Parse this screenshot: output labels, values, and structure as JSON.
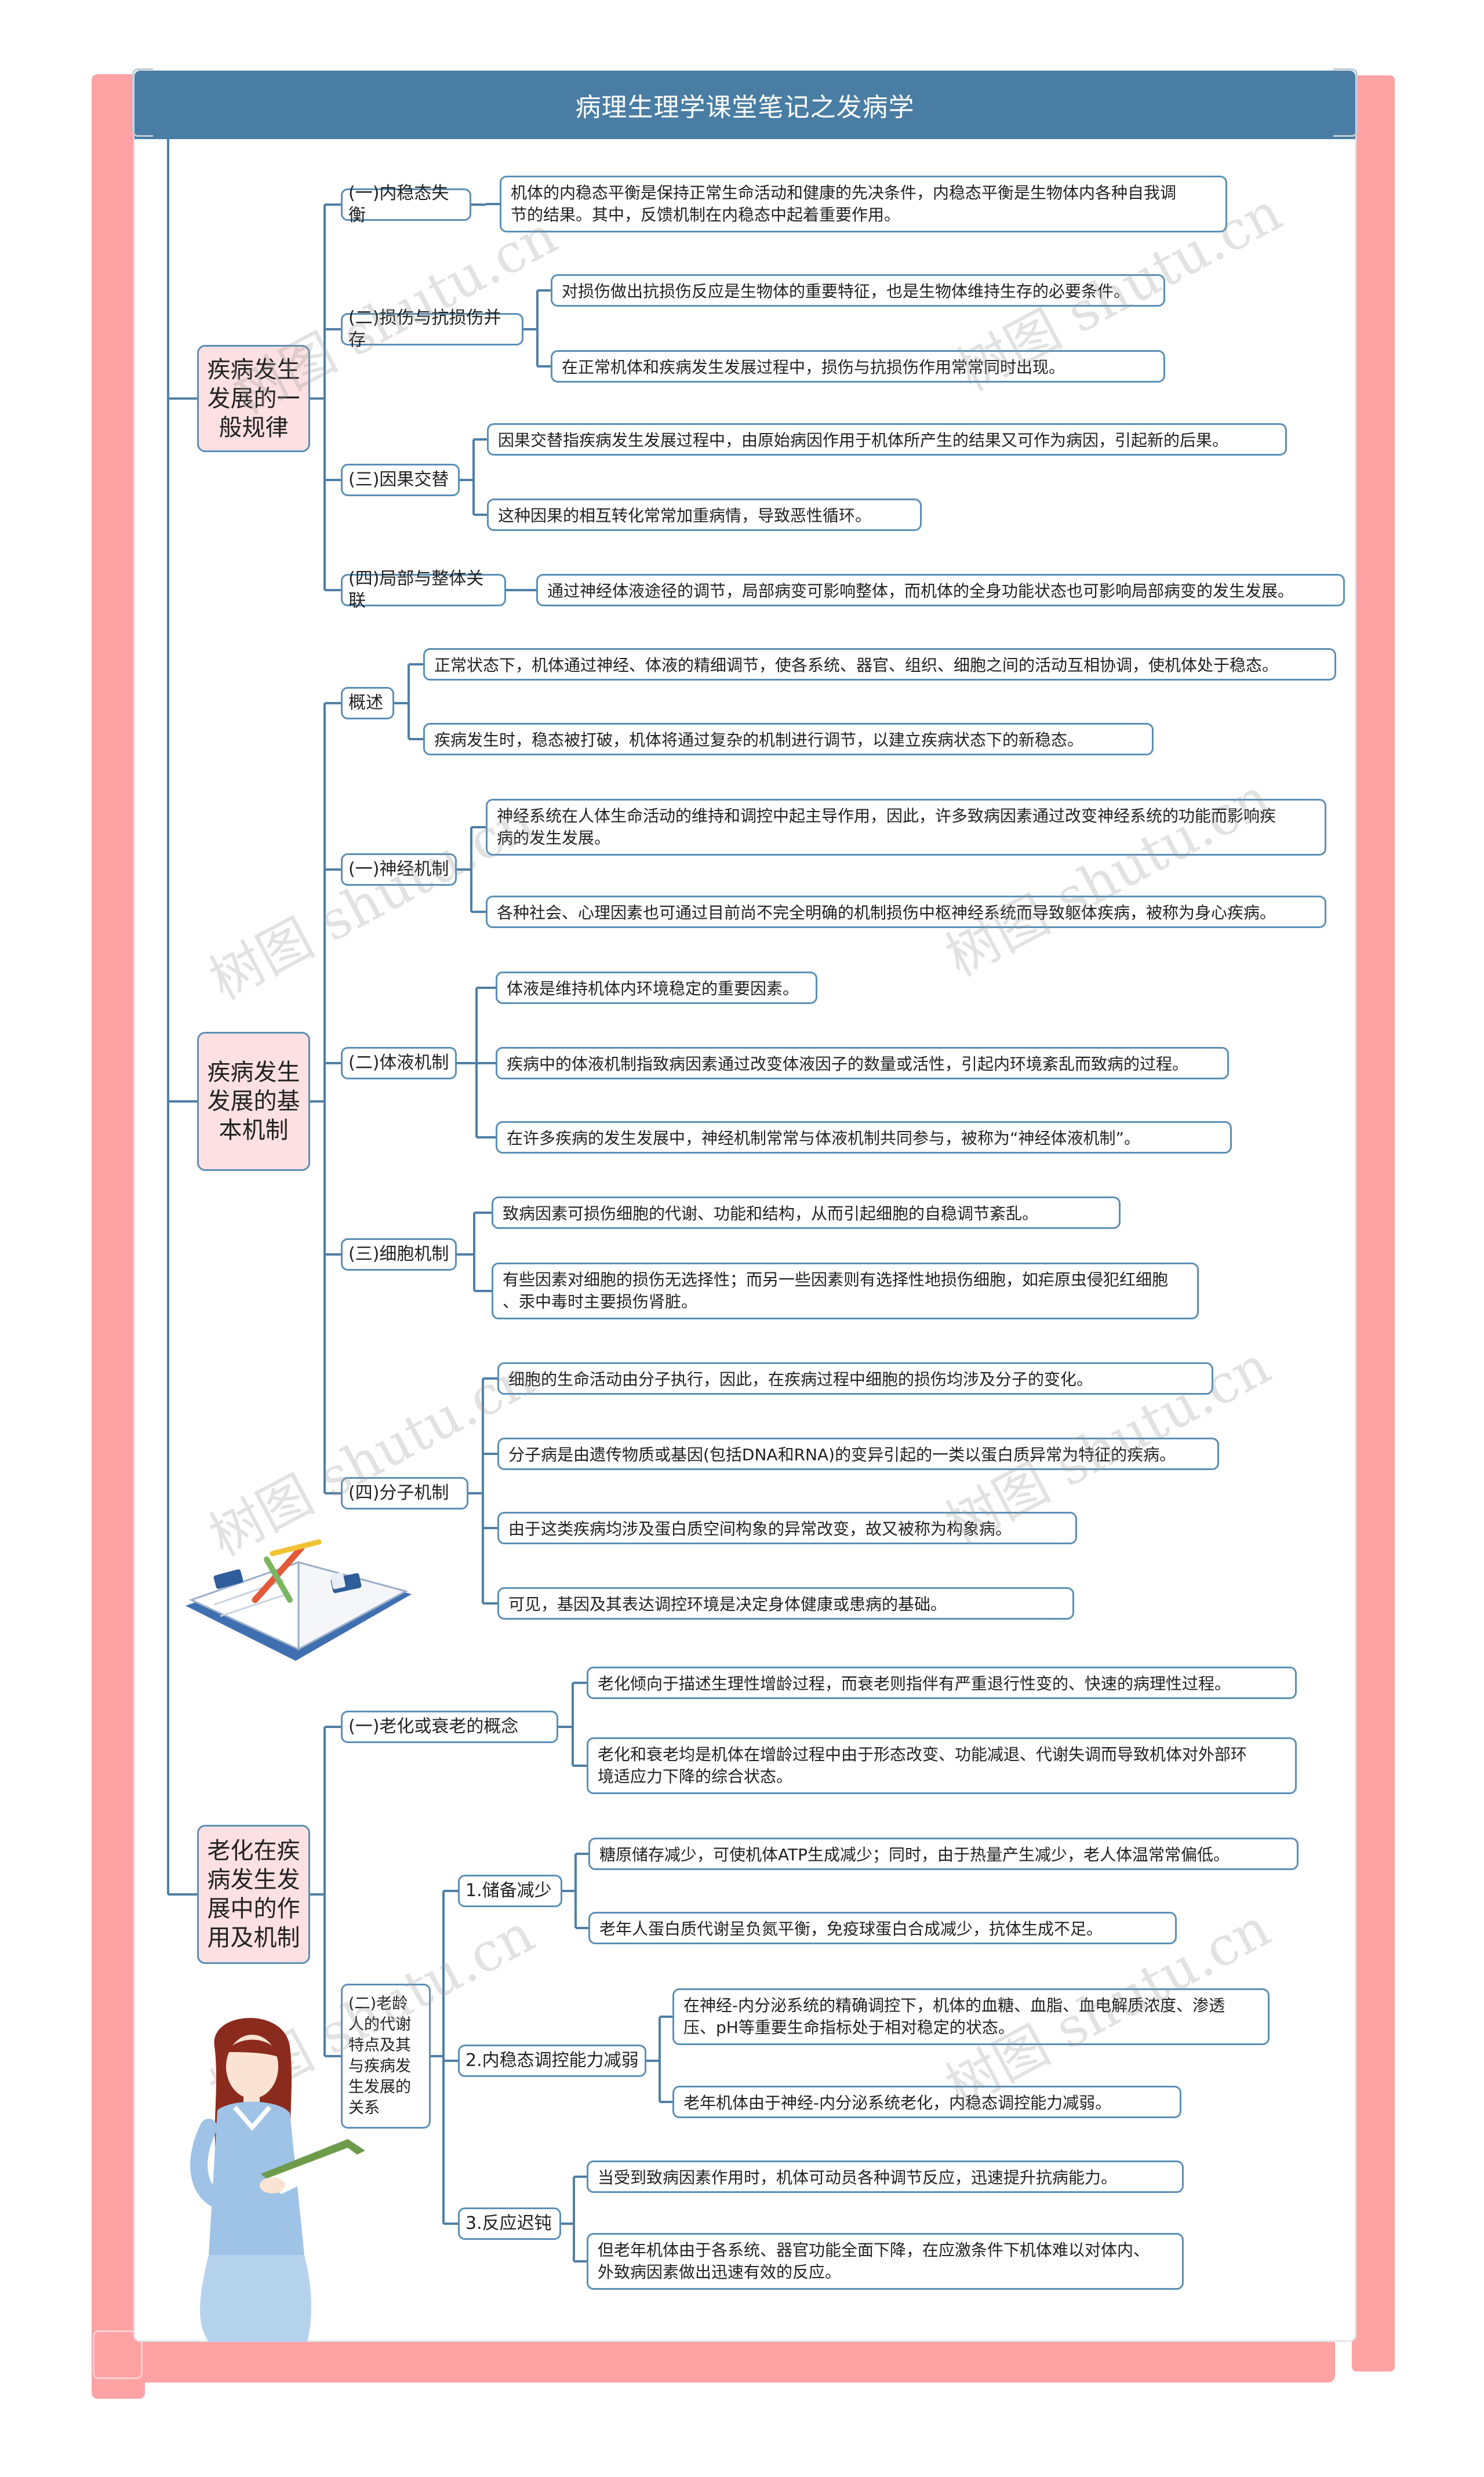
{
  "title": "病理生理学课堂笔记之发病学",
  "watermark": "树图 shutu.cn",
  "colors": {
    "frame": "#ffa2a4",
    "title_bar": "#4a7da3",
    "line": "#4f7fa5",
    "root_fill": "#fde0e1"
  },
  "sections": [
    {
      "label": "疾病发生\n发展的一\n般规律",
      "items": [
        {
          "label": "(一)内稳态失衡",
          "details": [
            "机体的内稳态平衡是保持正常生命活动和健康的先决条件，内稳态平衡是生物体内各种自我调\n节的结果。其中，反馈机制在内稳态中起着重要作用。"
          ]
        },
        {
          "label": "(二)损伤与抗损伤并存",
          "details": [
            "对损伤做出抗损伤反应是生物体的重要特征，也是生物体维持生存的必要条件。",
            "在正常机体和疾病发生发展过程中，损伤与抗损伤作用常常同时出现。"
          ]
        },
        {
          "label": "(三)因果交替",
          "details": [
            "因果交替指疾病发生发展过程中，由原始病因作用于机体所产生的结果又可作为病因，引起新的后果。",
            "这种因果的相互转化常常加重病情，导致恶性循环。"
          ]
        },
        {
          "label": "(四)局部与整体关联",
          "details": [
            "通过神经体液途径的调节，局部病变可影响整体，而机体的全身功能状态也可影响局部病变的发生发展。"
          ]
        }
      ]
    },
    {
      "label": "疾病发生\n发展的基\n本机制",
      "items": [
        {
          "label": "概述",
          "details": [
            "正常状态下，机体通过神经、体液的精细调节，使各系统、器官、组织、细胞之间的活动互相协调，使机体处于稳态。",
            "疾病发生时，稳态被打破，机体将通过复杂的机制进行调节，以建立疾病状态下的新稳态。"
          ]
        },
        {
          "label": "(一)神经机制",
          "details": [
            "神经系统在人体生命活动的维持和调控中起主导作用，因此，许多致病因素通过改变神经系统的功能而影响疾\n病的发生发展。",
            "各种社会、心理因素也可通过目前尚不完全明确的机制损伤中枢神经系统而导致躯体疾病，被称为身心疾病。"
          ]
        },
        {
          "label": "(二)体液机制",
          "details": [
            "体液是维持机体内环境稳定的重要因素。",
            "疾病中的体液机制指致病因素通过改变体液因子的数量或活性，引起内环境紊乱而致病的过程。",
            "在许多疾病的发生发展中，神经机制常常与体液机制共同参与，被称为“神经体液机制”。"
          ]
        },
        {
          "label": "(三)细胞机制",
          "details": [
            "致病因素可损伤细胞的代谢、功能和结构，从而引起细胞的自稳调节紊乱。",
            "有些因素对细胞的损伤无选择性；而另一些因素则有选择性地损伤细胞，如疟原虫侵犯红细胞\n、汞中毒时主要损伤肾脏。"
          ]
        },
        {
          "label": "(四)分子机制",
          "details": [
            "细胞的生命活动由分子执行，因此，在疾病过程中细胞的损伤均涉及分子的变化。",
            "分子病是由遗传物质或基因(包括DNA和RNA)的变异引起的一类以蛋白质异常为特征的疾病。",
            "由于这类疾病均涉及蛋白质空间构象的异常改变，故又被称为构象病。",
            "可见，基因及其表达调控环境是决定身体健康或患病的基础。"
          ]
        }
      ]
    },
    {
      "label": "老化在疾\n病发生发\n展中的作\n用及机制",
      "items": [
        {
          "label": "(一)老化或衰老的概念",
          "details": [
            "老化倾向于描述生理性增龄过程，而衰老则指伴有严重退行性变的、快速的病理性过程。",
            "老化和衰老均是机体在增龄过程中由于形态改变、功能减退、代谢失调而导致机体对外部环\n境适应力下降的综合状态。"
          ]
        },
        {
          "label": "(二)老龄\n人的代谢\n特点及其\n与疾病发\n生发展的\n关系",
          "subitems": [
            {
              "label": "1.储备减少",
              "details": [
                "糖原储存减少，可使机体ATP生成减少；同时，由于热量产生减少，老人体温常常偏低。",
                "老年人蛋白质代谢呈负氮平衡，免疫球蛋白合成减少，抗体生成不足。"
              ]
            },
            {
              "label": "2.内稳态调控能力减弱",
              "details": [
                "在神经-内分泌系统的精确调控下，机体的血糖、血脂、血电解质浓度、渗透\n压、pH等重要生命指标处于相对稳定的状态。",
                "老年机体由于神经-内分泌系统老化，内稳态调控能力减弱。"
              ]
            },
            {
              "label": "3.反应迟钝",
              "details": [
                "当受到致病因素作用时，机体可动员各种调节反应，迅速提升抗病能力。",
                "但老年机体由于各系统、器官功能全面下降，在应激条件下机体难以对体内、\n外致病因素做出迅速有效的反应。"
              ]
            }
          ]
        }
      ]
    }
  ]
}
